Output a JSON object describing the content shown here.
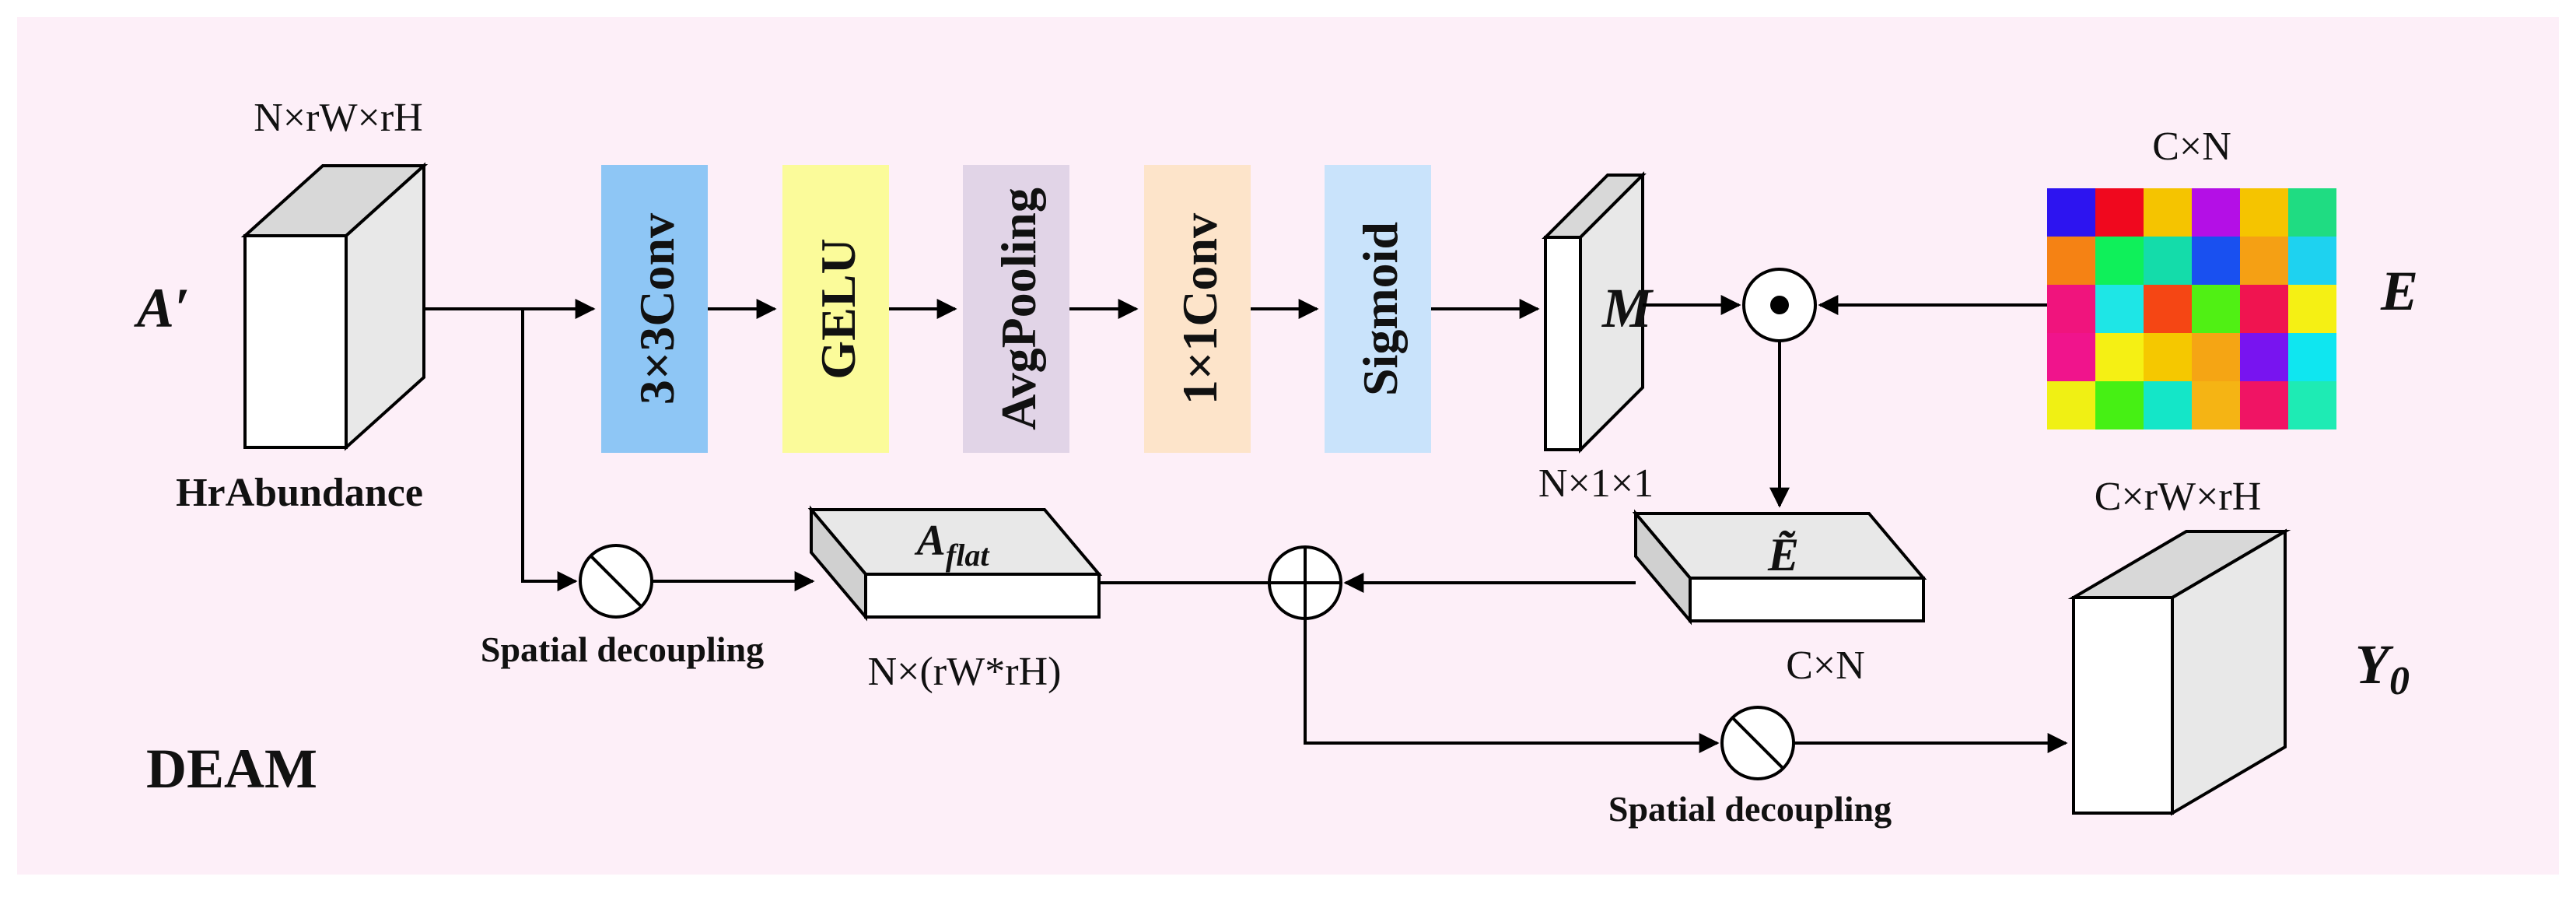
{
  "colors": {
    "background": "#fdeff8",
    "conv3": "#8ec6f5",
    "gelu": "#fbfb9a",
    "avgpool": "#e1d4e7",
    "conv1": "#fde4ca",
    "sigmoid": "#c9e3fb",
    "cube_front": "#ffffff",
    "cube_side": "#e8e8e8",
    "cube_top": "#d8d8d8"
  },
  "diagram": {
    "module_name": "DEAM",
    "input": {
      "symbol": "A′",
      "dims": "N×rW×rH",
      "caption": "HrAbundance"
    },
    "blocks": [
      {
        "id": "conv3",
        "label": "3×3Conv"
      },
      {
        "id": "gelu",
        "label": "GELU"
      },
      {
        "id": "avgpool",
        "label": "AvgPooling"
      },
      {
        "id": "conv1",
        "label": "1×1Conv"
      },
      {
        "id": "sigmoid",
        "label": "Sigmoid"
      }
    ],
    "mask": {
      "symbol": "M",
      "dims": "N×1×1"
    },
    "hadamard": {
      "symbol": "⊙"
    },
    "endmember": {
      "symbol": "E",
      "dims": "C×N",
      "grid": [
        [
          "#2d14f0",
          "#f0081e",
          "#f5c400",
          "#b40fe6",
          "#f5c400",
          "#1fdc82"
        ],
        [
          "#f58214",
          "#0ff05a",
          "#14dcaa",
          "#1950f0",
          "#f5a014",
          "#1ed2f0"
        ],
        [
          "#f0147d",
          "#1ee6e6",
          "#f54614",
          "#50f014",
          "#f01450",
          "#f5f014"
        ],
        [
          "#f0148c",
          "#f5f014",
          "#f5c800",
          "#f5a514",
          "#7814f0",
          "#0fe6f0"
        ],
        [
          "#f0f014",
          "#46f014",
          "#14e6c8",
          "#f5b414",
          "#f01464",
          "#1eebb4"
        ]
      ]
    },
    "e_tilde": {
      "symbol": "Ẽ",
      "dims": "C×N"
    },
    "a_flat": {
      "symbol": "A",
      "subscript": "flat",
      "dims": "N×(rW*rH)"
    },
    "decouple_label_1": "Spatial decoupling",
    "decouple_label_2": "Spatial decoupling",
    "output": {
      "symbol": "Y",
      "subscript": "0",
      "dims": "C×rW×rH"
    }
  }
}
